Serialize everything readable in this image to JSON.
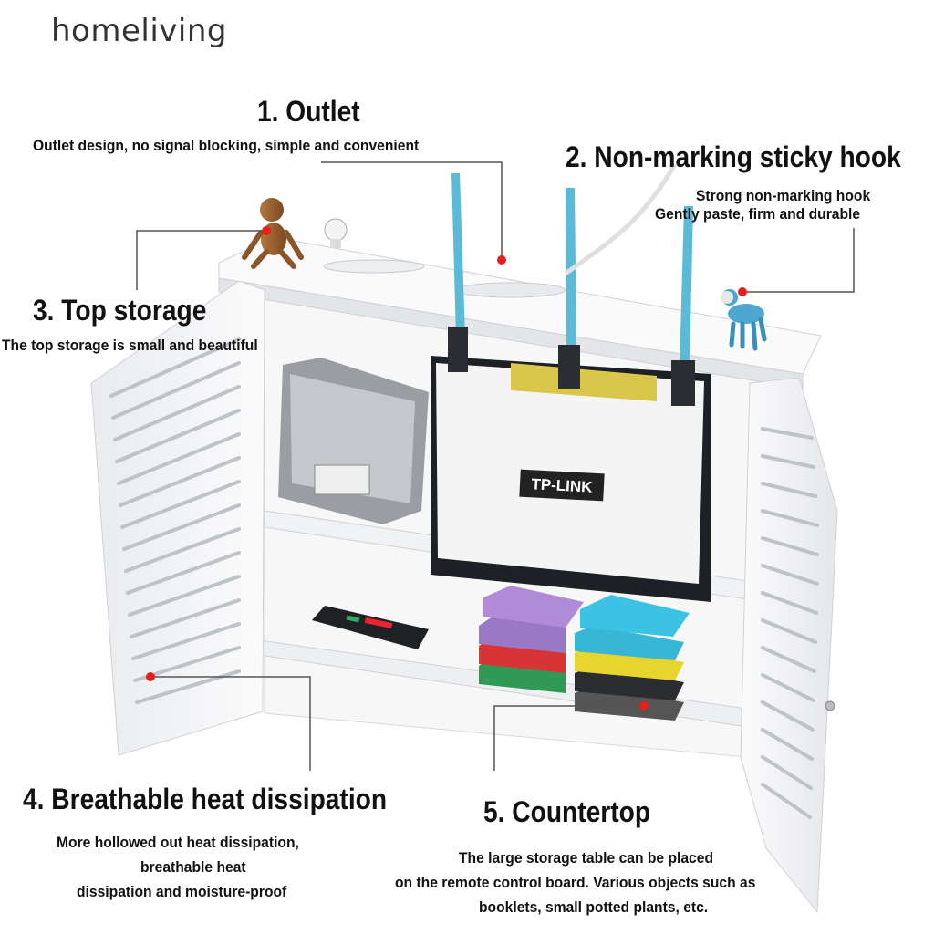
{
  "brand": "homeliving",
  "features": [
    {
      "title": "1. Outlet",
      "lines": [
        "Outlet design, no signal blocking, simple and convenient"
      ]
    },
    {
      "title": "2. Non-marking sticky hook",
      "lines": [
        "Strong non-marking hook",
        "Gently paste, firm and durable"
      ]
    },
    {
      "title": "3. Top storage",
      "lines": [
        "The top storage is small and beautiful"
      ]
    },
    {
      "title": "4. Breathable heat dissipation",
      "lines": [
        "More hollowed out heat dissipation,",
        "breathable heat",
        "dissipation and moisture-proof"
      ]
    },
    {
      "title": "5. Countertop",
      "lines": [
        "The large storage table can be placed",
        "on the remote control board. Various objects such as",
        "booklets, small potted plants, etc."
      ]
    }
  ],
  "router_label": "TP-LINK",
  "colors": {
    "antenna": "#5bbad6",
    "callout_dot": "#e6201c",
    "cabinet": "#f2f3f5"
  }
}
